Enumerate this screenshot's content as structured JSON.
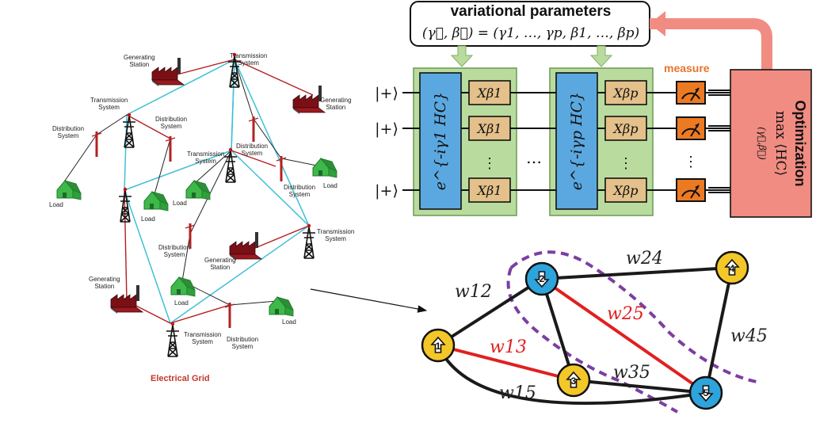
{
  "grid": {
    "title": "Electrical Grid",
    "labels": [
      {
        "id": "gs1",
        "text": "Generating\nStation"
      },
      {
        "id": "ts1",
        "text": "Transmission\nSystem"
      },
      {
        "id": "gs2",
        "text": "Generating\nStation"
      },
      {
        "id": "ts2",
        "text": "Transmission\nSystem"
      },
      {
        "id": "ds1",
        "text": "Distribution\nSystem"
      },
      {
        "id": "ds2",
        "text": "Distribution\nSystem"
      },
      {
        "id": "ts3",
        "text": "Transmission\nSystem"
      },
      {
        "id": "ds3",
        "text": "Distribution\nSystem"
      },
      {
        "id": "ds4",
        "text": "Distribution\nSystem"
      },
      {
        "id": "load1",
        "text": "Load"
      },
      {
        "id": "load2",
        "text": "Load"
      },
      {
        "id": "load3",
        "text": "Load"
      },
      {
        "id": "load4",
        "text": "Load"
      },
      {
        "id": "ds5",
        "text": "Distribution\nSystem"
      },
      {
        "id": "gs3",
        "text": "Generating\nStation"
      },
      {
        "id": "ts4",
        "text": "Transmission\nSystem"
      },
      {
        "id": "gs4",
        "text": "Generating\nStation"
      },
      {
        "id": "load5",
        "text": "Load"
      },
      {
        "id": "load6",
        "text": "Load"
      },
      {
        "id": "ts5",
        "text": "Transmission\nSystem"
      },
      {
        "id": "ds6",
        "text": "Distribution\nSystem"
      }
    ]
  },
  "circuit": {
    "title": "variational parameters",
    "equation": "(γ⃗, β⃗) = (γ1, …, γp, β1, …, βp)",
    "ket": "|+⟩",
    "cost_block_1": "e^{-iγ1 HC}",
    "cost_block_p": "e^{-iγp HC}",
    "mixer_1": "Xβ1",
    "mixer_p": "Xβp",
    "ellipsis": "…",
    "vdots": "⋮",
    "measure": "measure",
    "optimization_title": "Optimization",
    "optimization_expr": "max ⟨HC⟩",
    "optimization_sub": "(γ⃗,β⃗)",
    "colors": {
      "cost": "#5ba8e0",
      "mixer": "#e4c08a",
      "layer": "#b9dc9e",
      "meter": "#ec7a22",
      "opt": "#f08c82",
      "arrow": "#f08c82"
    }
  },
  "graph": {
    "nodes": [
      {
        "label": "1",
        "spin": "up",
        "color": "#f4c728"
      },
      {
        "label": "2",
        "spin": "down",
        "color": "#2ea4dd"
      },
      {
        "label": "3",
        "spin": "up",
        "color": "#f4c728"
      },
      {
        "label": "4",
        "spin": "up",
        "color": "#f4c728"
      },
      {
        "label": "5",
        "spin": "down",
        "color": "#2ea4dd"
      }
    ],
    "edges": [
      {
        "from": "1",
        "to": "2",
        "label": "w12",
        "cut": false
      },
      {
        "from": "1",
        "to": "3",
        "label": "w13",
        "cut": true
      },
      {
        "from": "1",
        "to": "5",
        "label": "w15",
        "cut": false
      },
      {
        "from": "2",
        "to": "3",
        "label": "",
        "cut": false
      },
      {
        "from": "2",
        "to": "4",
        "label": "w24",
        "cut": false
      },
      {
        "from": "2",
        "to": "5",
        "label": "w25",
        "cut": true
      },
      {
        "from": "3",
        "to": "5",
        "label": "w35",
        "cut": false
      },
      {
        "from": "4",
        "to": "5",
        "label": "w45",
        "cut": false
      }
    ],
    "edge_colors": {
      "normal": "#1a1a1a",
      "cut": "#e02020",
      "cut_line": "#7b3fa0"
    }
  }
}
